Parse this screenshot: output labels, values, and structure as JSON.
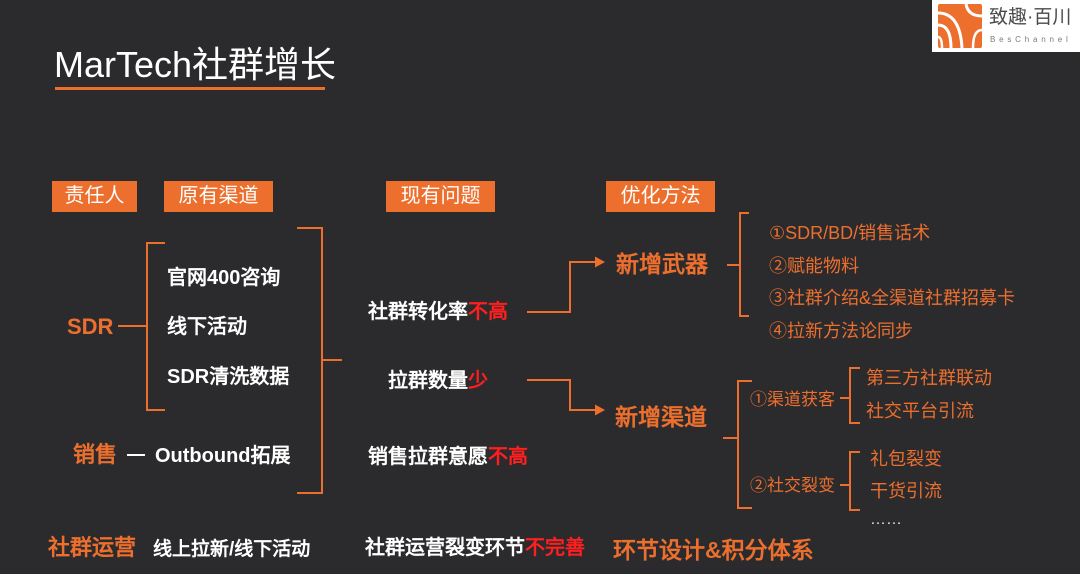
{
  "slide": {
    "title": "MarTech社群增长"
  },
  "logo": {
    "name": "致趣·百川",
    "tagline": "BesChannel",
    "icon": "ribbon-logo-icon"
  },
  "headers": {
    "owner": "责任人",
    "original_channels": "原有渠道",
    "current_issues": "现有问题",
    "optimization": "优化方法"
  },
  "owners": {
    "sdr": "SDR",
    "sales": "销售",
    "community_ops": "社群运营"
  },
  "original_channels": {
    "sdr": [
      "官网400咨询",
      "线下活动",
      "SDR清洗数据"
    ],
    "sales": "Outbound拓展",
    "community_ops": "线上拉新/线下活动"
  },
  "current_issues": [
    {
      "text": "社群转化率",
      "highlight": "不高"
    },
    {
      "text": "拉群数量",
      "highlight": "少"
    },
    {
      "text": "销售拉群意愿",
      "highlight": "不高"
    },
    {
      "text": "社群运营裂变环节",
      "highlight": "不完善"
    }
  ],
  "optimization": {
    "new_weapons": {
      "label": "新增武器",
      "items": [
        "①SDR/BD/销售话术",
        "②赋能物料",
        "③社群介绍&全渠道社群招募卡",
        "④拉新方法论同步"
      ]
    },
    "new_channels": {
      "label": "新增渠道",
      "groups": [
        {
          "label": "①渠道获客",
          "items": [
            "第三方社群联动",
            "社交平台引流"
          ]
        },
        {
          "label": "②社交裂变",
          "items": [
            "礼包裂变",
            "干货引流",
            "……"
          ]
        }
      ]
    },
    "community_ops": "环节设计&积分体系"
  },
  "colors": {
    "background": "#2b2b2e",
    "accent": "#ec6f2d",
    "highlight": "#ff1f1f",
    "text": "#ffffff"
  }
}
